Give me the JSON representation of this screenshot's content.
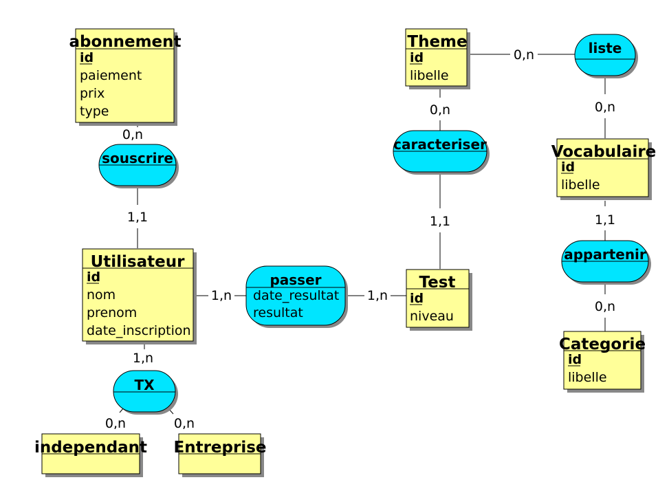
{
  "entities": {
    "abonnement": {
      "title": "abonnement",
      "id": "id",
      "attributes": [
        "paiement",
        "prix",
        "type"
      ]
    },
    "theme": {
      "title": "Theme",
      "id": "id",
      "attributes": [
        "libelle"
      ]
    },
    "vocabulaire": {
      "title": "Vocabulaire",
      "id": "id",
      "attributes": [
        "libelle"
      ]
    },
    "utilisateur": {
      "title": "Utilisateur",
      "id": "id",
      "attributes": [
        "nom",
        "prenom",
        "date_inscription"
      ]
    },
    "test": {
      "title": "Test",
      "id": "id",
      "attributes": [
        "niveau"
      ]
    },
    "categorie": {
      "title": "Categorie",
      "id": "id",
      "attributes": [
        "libelle"
      ]
    },
    "independant": {
      "title": "independant"
    },
    "entreprise": {
      "title": "Entreprise"
    }
  },
  "associations": {
    "souscrire": {
      "title": "souscrire"
    },
    "liste": {
      "title": "liste"
    },
    "caracteriser": {
      "title": "caracteriser"
    },
    "passer": {
      "title": "passer",
      "attributes": [
        "date_resultat",
        "resultat"
      ]
    },
    "appartenir": {
      "title": "appartenir"
    },
    "tx": {
      "title": "TX"
    }
  },
  "cardinalities": {
    "abonnement_souscrire": "0,n",
    "souscrire_utilisateur": "1,1",
    "theme_liste": "0,n",
    "liste_vocabulaire": "0,n",
    "theme_caracteriser": "0,n",
    "caracteriser_test": "1,1",
    "vocabulaire_appartenir": "1,1",
    "appartenir_categorie": "0,n",
    "utilisateur_passer": "1,n",
    "passer_test": "1,n",
    "utilisateur_tx": "1,n",
    "tx_independant": "0,n",
    "tx_entreprise": "0,n"
  },
  "colors": {
    "entity_fill": "#ffff99",
    "association_fill": "#00e5ff",
    "shadow": "#888888",
    "line": "#000000"
  }
}
